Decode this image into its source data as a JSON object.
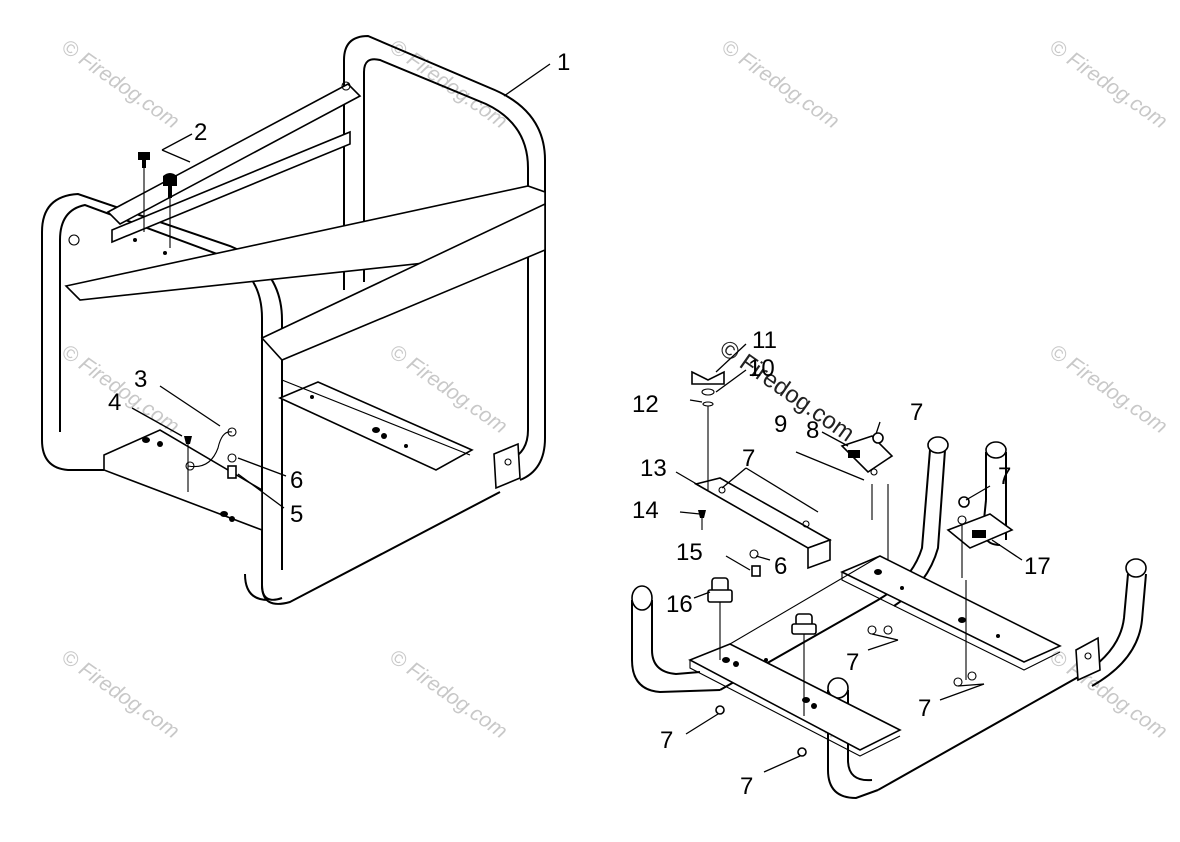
{
  "diagram": {
    "watermark_text": "© Firedog.com",
    "callouts": [
      {
        "id": "c1",
        "text": "1"
      },
      {
        "id": "c2",
        "text": "2"
      },
      {
        "id": "c3",
        "text": "3"
      },
      {
        "id": "c4",
        "text": "4"
      },
      {
        "id": "c5",
        "text": "5"
      },
      {
        "id": "c6a",
        "text": "6"
      },
      {
        "id": "c6b",
        "text": "6"
      },
      {
        "id": "c7a",
        "text": "7"
      },
      {
        "id": "c7b",
        "text": "7"
      },
      {
        "id": "c7c",
        "text": "7"
      },
      {
        "id": "c7d",
        "text": "7"
      },
      {
        "id": "c7e",
        "text": "7"
      },
      {
        "id": "c7f",
        "text": "7"
      },
      {
        "id": "c7g",
        "text": "7"
      },
      {
        "id": "c8",
        "text": "8"
      },
      {
        "id": "c9",
        "text": "9"
      },
      {
        "id": "c10",
        "text": "10"
      },
      {
        "id": "c11",
        "text": "11"
      },
      {
        "id": "c12",
        "text": "12"
      },
      {
        "id": "c13",
        "text": "13"
      },
      {
        "id": "c14",
        "text": "14"
      },
      {
        "id": "c15",
        "text": "15"
      },
      {
        "id": "c16",
        "text": "16"
      },
      {
        "id": "c17",
        "text": "17"
      }
    ]
  }
}
